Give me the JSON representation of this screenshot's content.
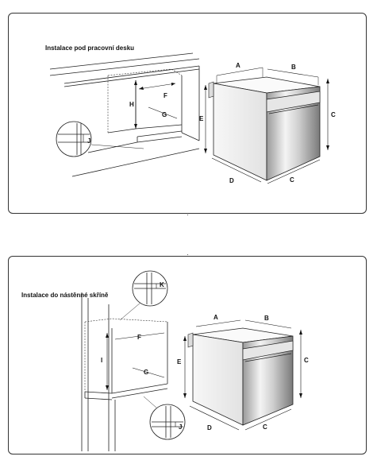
{
  "panels": [
    {
      "title": "Instalace pod pracovní desku",
      "labels": {
        "A": "A",
        "B": "B",
        "C_side": "C",
        "C_bottom": "C",
        "D": "D",
        "E": "E",
        "F": "F",
        "G": "G",
        "H": "H",
        "J": "J"
      }
    },
    {
      "title": "Instalace do nástěnné skříně",
      "labels": {
        "A": "A",
        "B": "B",
        "C_side": "C",
        "C_bottom": "C",
        "D": "D",
        "E": "E",
        "F": "F",
        "G": "G",
        "I": "I",
        "J": "J",
        "K": "K"
      }
    }
  ],
  "colors": {
    "frame": "#333333",
    "line": "#222222",
    "oven_light": "#f2f2f2",
    "oven_dark": "#8a8a8a"
  }
}
